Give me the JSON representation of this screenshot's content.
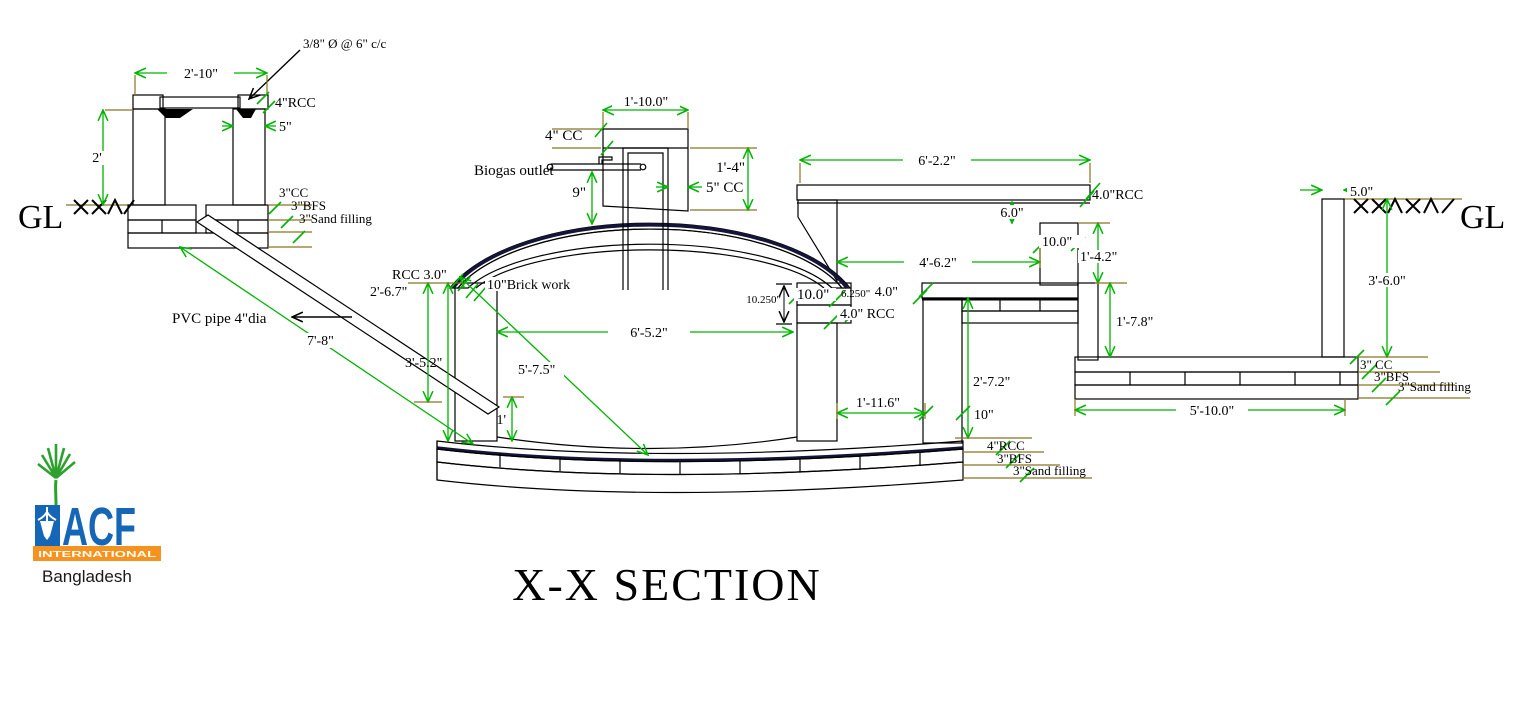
{
  "drawing_title": "X-X SECTION",
  "logo": {
    "acf": "ACF",
    "international": "INTERNATIONAL",
    "country": "Bangladesh"
  },
  "ground": {
    "left": "GL",
    "right": "GL"
  },
  "colors": {
    "dimension_green": "#00b400",
    "extension_brown": "#8a7520",
    "logo_blue": "#1566b7",
    "logo_orange": "#f6921e",
    "logo_green": "#2da12e"
  },
  "inlet_tank": {
    "rebar_note": "3/8\" Ø @ 6\" c/c",
    "width": "2'-10\"",
    "slab": "4\"RCC",
    "wall_thickness": "5\"",
    "depth": "2'",
    "cc": "3\"CC",
    "bfs": "3\"BFS",
    "sand": "3\"Sand filling"
  },
  "inlet_pipe": {
    "label": "PVC pipe 4\"dia",
    "length": "7'-8\""
  },
  "dome": {
    "shell_rcc": "RCC 3.0\"",
    "shell_brick": "10\"Brick work",
    "wall_height_upper": "2'-6.7\"",
    "wall_height_lower": "3'-5.2\"",
    "diagonal": "5'-7.5\"",
    "inner_width": "6'-5.2\"",
    "corner_height": "1'"
  },
  "neck": {
    "width": "1'-10.0\"",
    "top_slab": "4\" CC",
    "biogas_outlet": "Biogas outlet",
    "outlet_height": "9\"",
    "height": "1'-4\"",
    "wall": "5\" CC"
  },
  "springing": {
    "vertical": "10.250\"",
    "brick_width": "10.0\"",
    "extension": "6.250\"",
    "rcc_band": "4.0\" RCC"
  },
  "outlet_chamber": {
    "top_width": "6'-2.2\"",
    "top_slab": "4.0\"RCC",
    "slab_gap": "6.0\"",
    "mid_width": "4'-6.2\"",
    "pillar_width": "10.0\"",
    "pillar_height": "1'-4.2\"",
    "floor_slab": "4.0\"",
    "depth": "2'-7.2\"",
    "channel_width": "1'-11.6\"",
    "wall_width": "10\"",
    "floor_rcc": "4\"RCC",
    "floor_bfs": "3\"BFS",
    "floor_sand": "3\"Sand filling"
  },
  "right_chamber": {
    "wall_height": "1'-7.8\"",
    "floor_width": "5'-10.0\"",
    "wall_width": "5.0\"",
    "depth": "3'-6.0\"",
    "cc": "3\" CC",
    "bfs": "3\"BFS",
    "sand": "3\"Sand filling"
  }
}
